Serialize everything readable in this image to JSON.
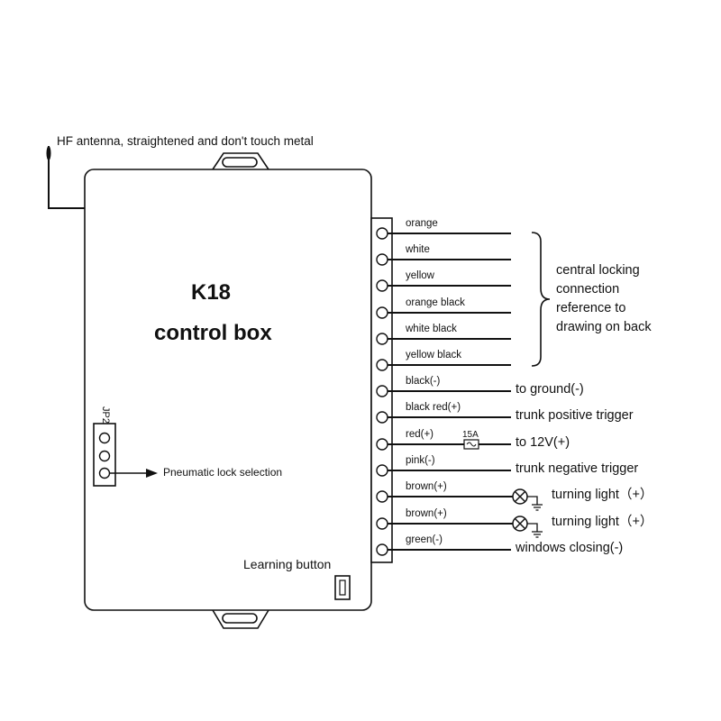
{
  "antenna": {
    "label": "HF antenna, straightened and don't touch metal"
  },
  "box": {
    "model": "K18",
    "name": "control box"
  },
  "jumper": {
    "name": "JP2",
    "label": "Pneumatic lock selection"
  },
  "learning_button": {
    "label": "Learning button"
  },
  "fuse": {
    "label": "15A"
  },
  "central_locking": {
    "label": "central locking\nconnection\nreference to\ndrawing on back"
  },
  "wires": [
    {
      "color": "orange",
      "dest": ""
    },
    {
      "color": "white",
      "dest": ""
    },
    {
      "color": "yellow",
      "dest": ""
    },
    {
      "color": "orange black",
      "dest": ""
    },
    {
      "color": "white black",
      "dest": ""
    },
    {
      "color": "yellow black",
      "dest": ""
    },
    {
      "color": "black(-)",
      "dest": "to ground(-)"
    },
    {
      "color": "black red(+)",
      "dest": "trunk positive trigger"
    },
    {
      "color": "red(+)",
      "dest": "to 12V(+)"
    },
    {
      "color": "pink(-)",
      "dest": "trunk negative trigger"
    },
    {
      "color": "brown(+)",
      "dest": "turning light（+）"
    },
    {
      "color": "brown(+)",
      "dest": "turning light（+）"
    },
    {
      "color": "green(-)",
      "dest": "windows closing(-)"
    }
  ]
}
